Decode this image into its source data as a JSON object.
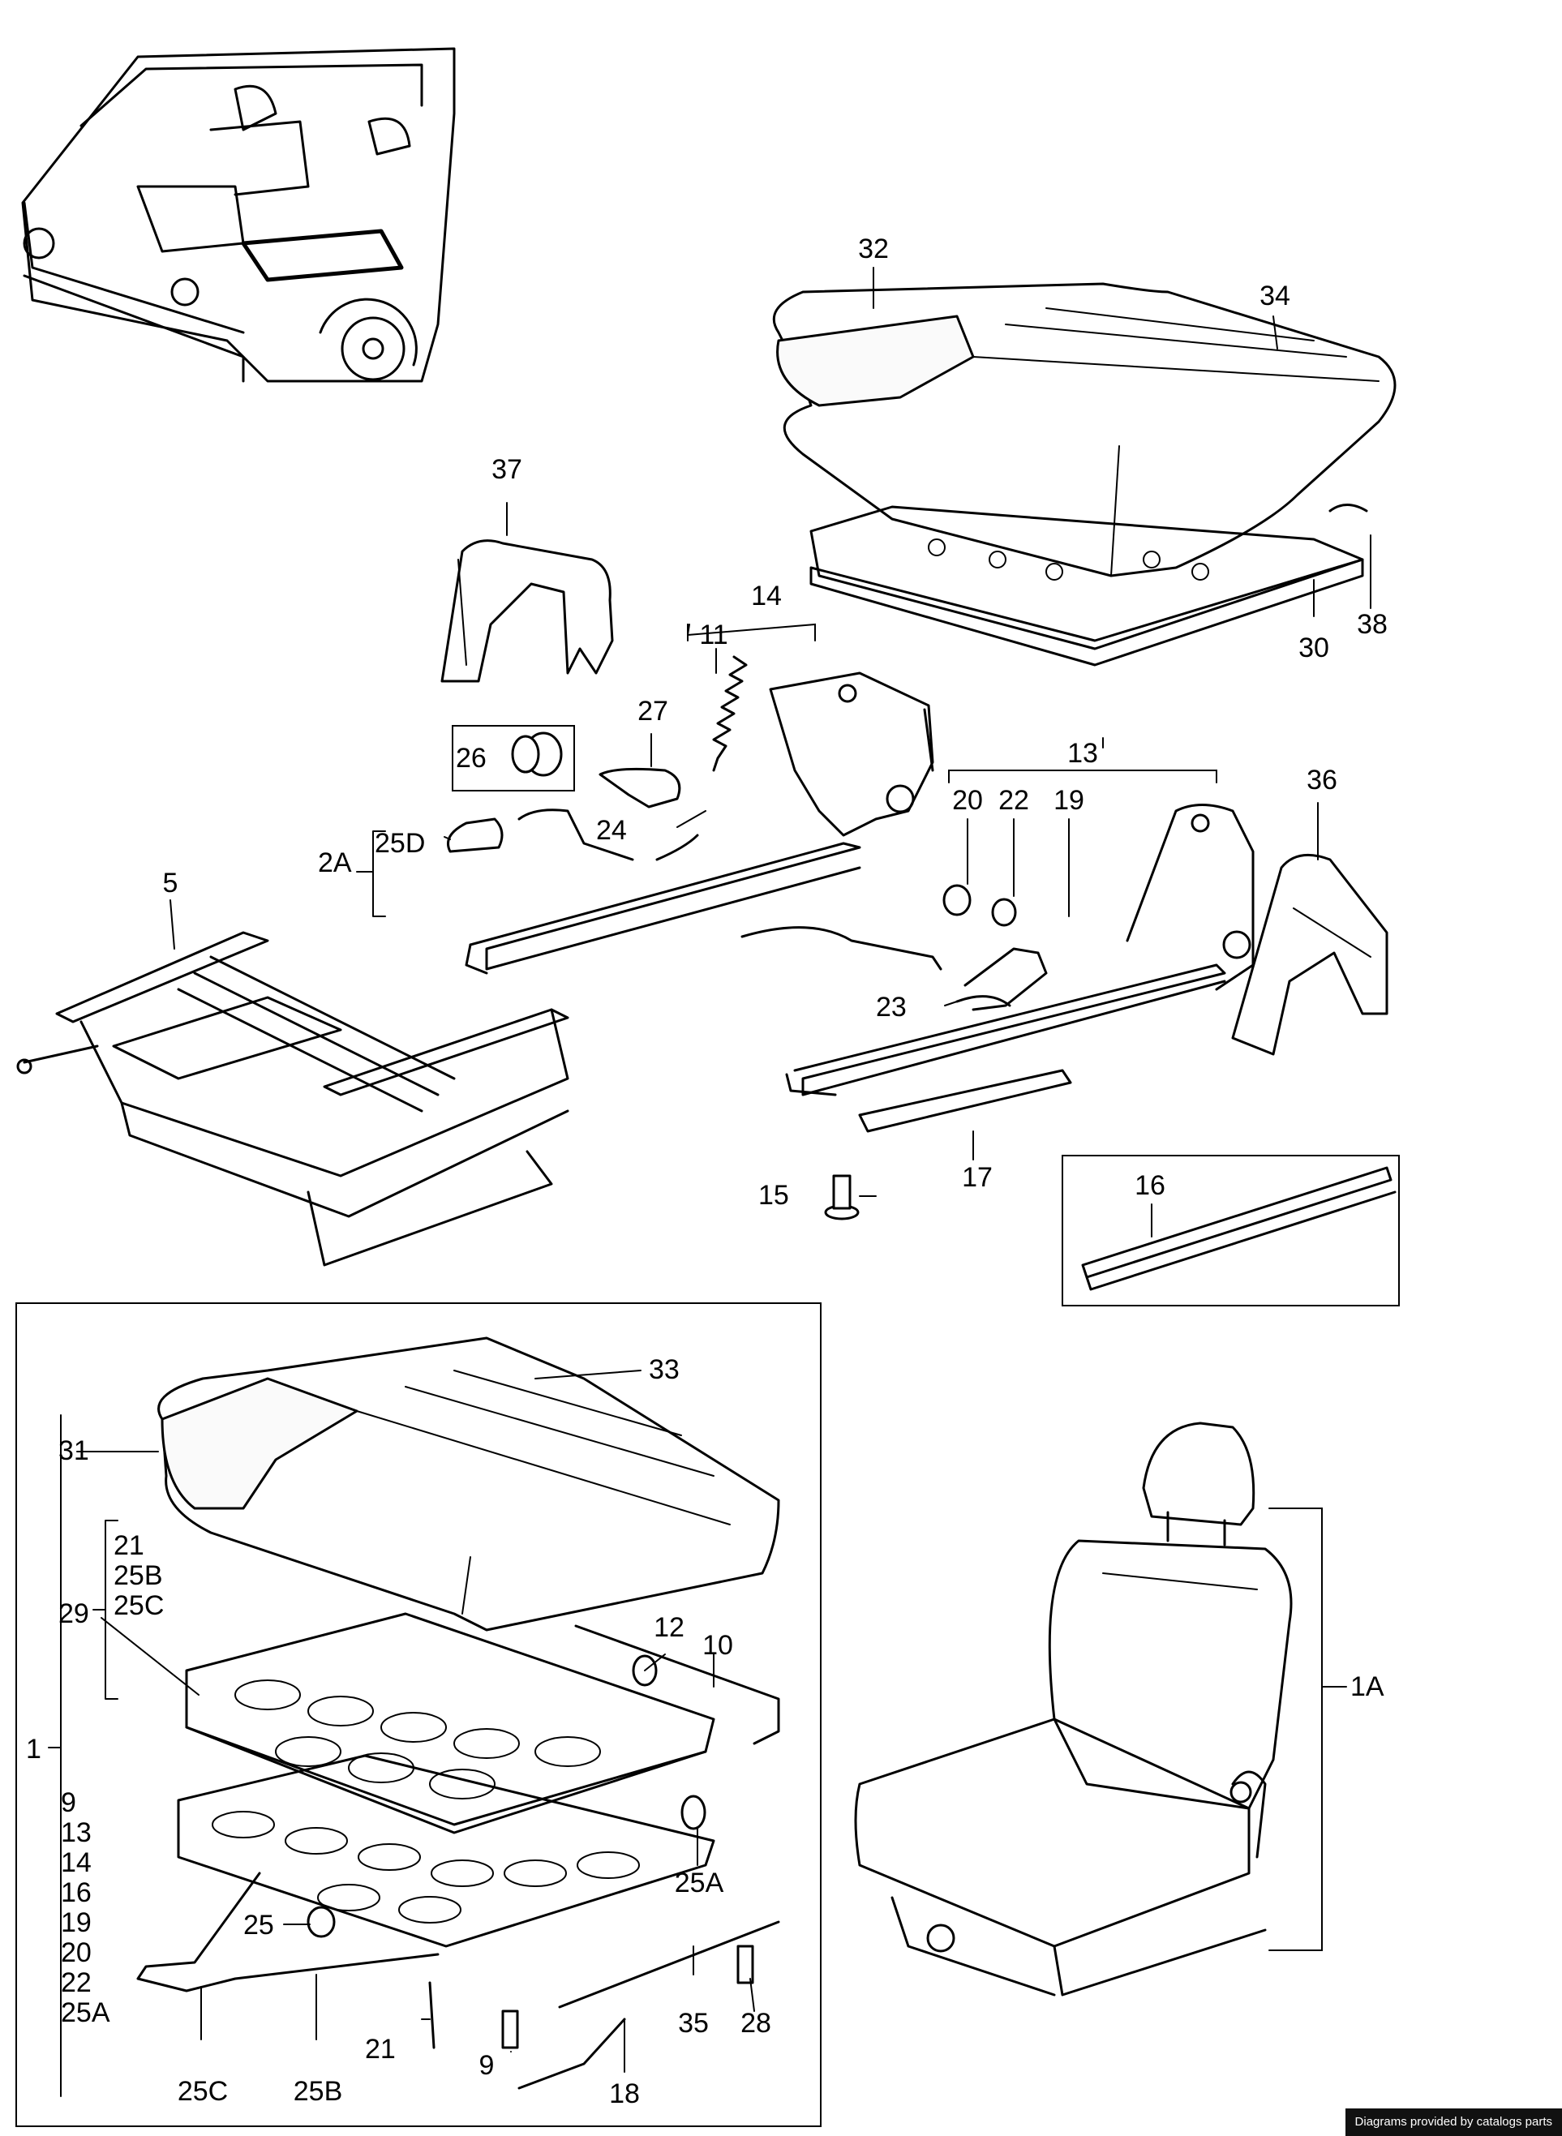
{
  "labels": {
    "l32": "32",
    "l34": "34",
    "l37": "37",
    "l14": "14",
    "l11": "11",
    "l27": "27",
    "l26": "26",
    "l2A": "2A",
    "l25D": "25D",
    "l24": "24",
    "l5": "5",
    "l38": "38",
    "l30": "30",
    "l13": "13",
    "l20": "20",
    "l22": "22",
    "l19": "19",
    "l36": "36",
    "l23": "23",
    "l15": "15",
    "l17": "17",
    "l16": "16",
    "l33": "33",
    "l31": "31",
    "l29": "29",
    "l12": "12",
    "l10": "10",
    "l1": "1",
    "l25A": "25A",
    "l25": "25",
    "l21b": "21",
    "l9b": "9",
    "l35": "35",
    "l28": "28",
    "l18": "18",
    "l25C": "25C",
    "l25B": "25B",
    "l1A": "1A"
  },
  "group29": [
    "21",
    "25B",
    "25C"
  ],
  "group1": [
    "9",
    "13",
    "14",
    "16",
    "19",
    "20",
    "22",
    "25A"
  ],
  "credit": "Diagrams provided by catalogs parts"
}
